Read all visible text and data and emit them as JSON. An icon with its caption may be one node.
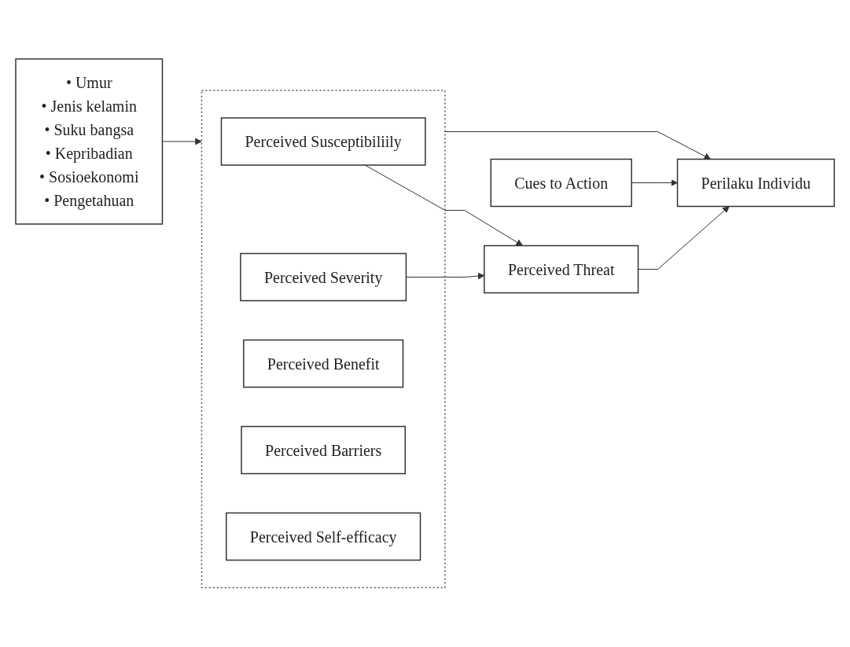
{
  "diagram": {
    "nodes": [
      {
        "text": [
          "• Umur",
          "• Jenis kelamin",
          "• Suku bangsa",
          "• Kepribadian",
          "• Sosioekonomi",
          "• Pengetahuan"
        ]
      },
      {
        "text": [],
        "shape": "box"
      },
      {
        "text": [
          "Perceived Susceptibiliily"
        ],
        "in": 1
      },
      {
        "text": [
          "Perceived Severity"
        ],
        "in": 1
      },
      {
        "text": [
          "Perceived Benefit"
        ],
        "in": 1
      },
      {
        "text": [
          "Perceived Barriers"
        ],
        "in": 1
      },
      {
        "text": [
          "Perceived Self-efficacy"
        ],
        "in": 1
      },
      {
        "text": [
          "Perceived Threat"
        ]
      },
      {
        "text": [
          "Perilaku Individu"
        ]
      },
      {
        "text": [
          "Cues to Action"
        ]
      }
    ],
    "edges": [
      {
        "from": 0,
        "to": 1,
        "arrow": "to"
      },
      {
        "from": 2,
        "to": 7,
        "arrow": "to"
      },
      {
        "from": 3,
        "to": 7,
        "arrow": "to"
      },
      {
        "from": 1,
        "to": 8,
        "arrow": "to"
      },
      {
        "from": 7,
        "to": 8,
        "arrow": "to"
      },
      {
        "from": 9,
        "to": 8,
        "arrow": "to"
      }
    ]
  }
}
